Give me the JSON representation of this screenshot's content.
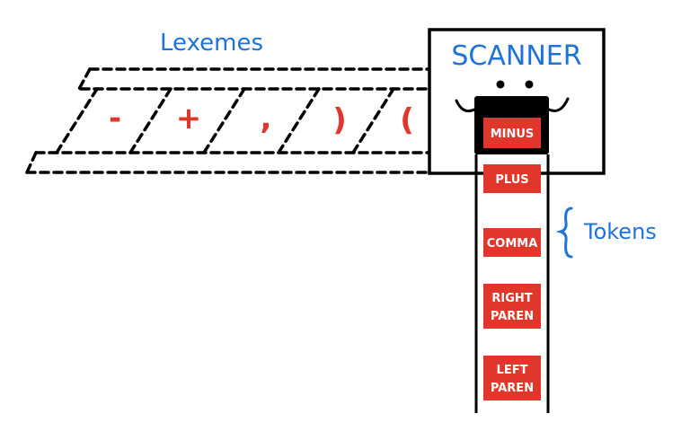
{
  "labels": {
    "lexemes": "Lexemes",
    "scanner": "SCANNER",
    "tokens": "Tokens"
  },
  "lexemes": [
    "-",
    "+",
    ",",
    ")",
    "("
  ],
  "tokens": [
    {
      "lines": [
        "MINUS"
      ]
    },
    {
      "lines": [
        "PLUS"
      ]
    },
    {
      "lines": [
        "COMMA"
      ]
    },
    {
      "lines": [
        "RIGHT",
        "PAREN"
      ]
    },
    {
      "lines": [
        "LEFT",
        "PAREN"
      ]
    }
  ],
  "colors": {
    "blue": "#1f73d6",
    "red": "#e0362c",
    "ink": "#000000"
  }
}
